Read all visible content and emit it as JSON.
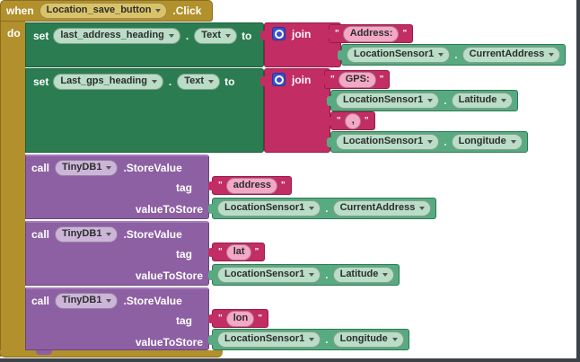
{
  "when_block": {
    "keyword": "when",
    "component": "Location_save_button",
    "event": ".Click"
  },
  "do_label": "do",
  "quote_mark": "\"",
  "sets": [
    {
      "keyword": "set",
      "component": "last_address_heading",
      "dot": ".",
      "property": "Text",
      "to": "to",
      "join_label": "join",
      "arg_text_1": "Address:",
      "arg_getter_2": {
        "component": "LocationSensor1",
        "dot": ".",
        "property": "CurrentAddress"
      }
    },
    {
      "keyword": "set",
      "component": "Last_gps_heading",
      "dot": ".",
      "property": "Text",
      "to": "to",
      "join_label": "join",
      "arg_text_1": "GPS:",
      "arg_getter_2": {
        "component": "LocationSensor1",
        "dot": ".",
        "property": "Latitude"
      },
      "arg_text_3": ",",
      "arg_getter_4": {
        "component": "LocationSensor1",
        "dot": ".",
        "property": "Longitude"
      }
    }
  ],
  "calls": [
    {
      "keyword": "call",
      "component": "TinyDB1",
      "method": ".StoreValue",
      "tag_label": "tag",
      "tag_value": "address",
      "value_label": "valueToStore",
      "value": {
        "component": "LocationSensor1",
        "dot": ".",
        "property": "CurrentAddress"
      }
    },
    {
      "keyword": "call",
      "component": "TinyDB1",
      "method": ".StoreValue",
      "tag_label": "tag",
      "tag_value": "lat",
      "value_label": "valueToStore",
      "value": {
        "component": "LocationSensor1",
        "dot": ".",
        "property": "Latitude"
      }
    },
    {
      "keyword": "call",
      "component": "TinyDB1",
      "method": ".StoreValue",
      "tag_label": "tag",
      "tag_value": "lon",
      "value_label": "valueToStore",
      "value": {
        "component": "LocationSensor1",
        "dot": ".",
        "property": "Longitude"
      }
    }
  ],
  "colors": {
    "event_gold": "#b2902c",
    "event_gold_light": "#d9c36a",
    "setter_green": "#2b7d51",
    "getter_green": "#58aa80",
    "getter_green_light": "#b9ddc7",
    "text_pink": "#c22d63",
    "text_pink_light": "#f3a8c5",
    "method_purple": "#8d60a3",
    "method_purple_light": "#ccb5d8",
    "mutator_blue": "#3a50c8"
  }
}
